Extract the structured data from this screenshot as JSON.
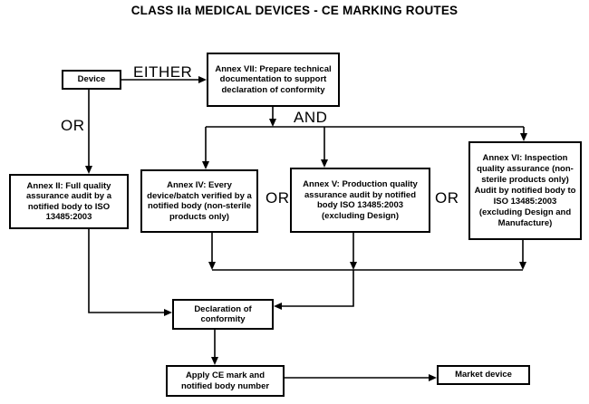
{
  "title": "CLASS IIa MEDICAL DEVICES - CE MARKING ROUTES",
  "nodes": {
    "device": {
      "label": "Device"
    },
    "annex_vii": {
      "label": "Annex VII: Prepare technical documentation to support declaration of conformity"
    },
    "annex_ii": {
      "label": "Annex II: Full quality assurance audit by a notified body to ISO 13485:2003"
    },
    "annex_iv": {
      "label": "Annex IV: Every device/batch verified by a notified body (non-sterile products only)"
    },
    "annex_v": {
      "label": "Annex V: Production quality assurance audit by notified body ISO 13485:2003 (excluding Design)"
    },
    "annex_vi": {
      "label": "Annex VI: Inspection quality assurance (non-sterile products only) Audit by notified body to ISO 13485:2003 (excluding Design and Manufacture)"
    },
    "declaration": {
      "label": "Declaration of conformity"
    },
    "apply_ce": {
      "label": "Apply CE mark and notified body number"
    },
    "market": {
      "label": "Market device"
    }
  },
  "edge_labels": {
    "either": "EITHER",
    "or_device": "OR",
    "and": "AND",
    "or_iv_v": "OR",
    "or_v_vi": "OR"
  },
  "colors": {
    "background": "#ffffff",
    "line": "#000000",
    "box_border": "#000000",
    "text": "#000000"
  }
}
